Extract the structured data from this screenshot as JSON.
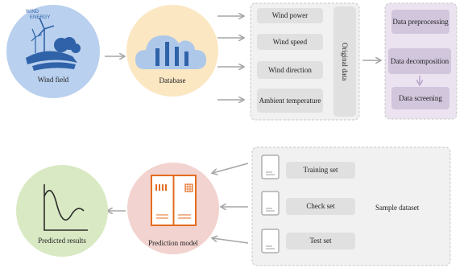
{
  "nodes": {
    "wind_field": {
      "label": "Wind field",
      "logo_text_1": "WIND",
      "logo_text_2": "ENERGY",
      "color": "#b9d0ee"
    },
    "database": {
      "label": "Database",
      "color": "#fbe7c2"
    },
    "prediction_model": {
      "label": "Prediction model",
      "color": "#f2d3cf"
    },
    "predicted_results": {
      "label": "Predicted results",
      "color": "#d9e9c3"
    }
  },
  "original_data": {
    "title": "Original data",
    "items": [
      "Wind power",
      "Wind speed",
      "Wind direction",
      "Ambient temperature"
    ]
  },
  "processing": {
    "items": [
      "Data preprocessing",
      "Data decomposition",
      "Data screening"
    ],
    "color": "#d2c6dd"
  },
  "sample_dataset": {
    "title": "Sample dataset",
    "items": [
      "Training set",
      "Check set",
      "Test set"
    ]
  },
  "colors": {
    "arrow": "#a6a6a6",
    "panel_fill": "#f1f1f1",
    "panel_border": "#c8c8c8",
    "purple_panel": "#ebe4f0",
    "accent_orange": "#e36c1f"
  }
}
